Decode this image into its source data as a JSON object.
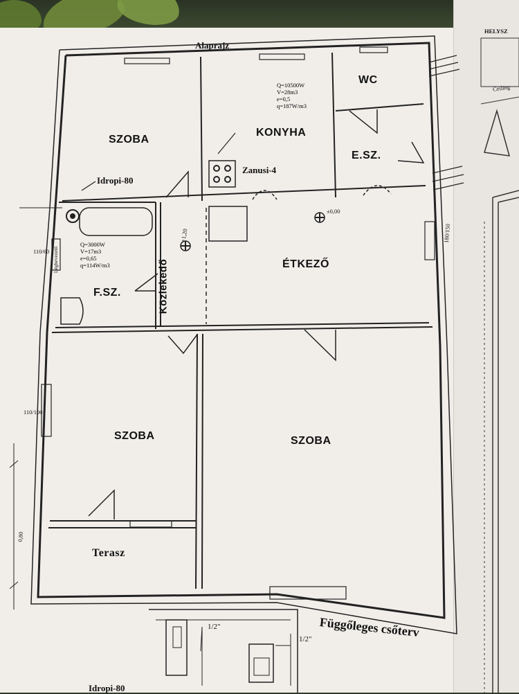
{
  "plan": {
    "header": "Alaprajz",
    "right_sheet_header": "HELYSZ",
    "rooms": {
      "szoba_top": "SZOBA",
      "konyha": "KONYHA",
      "wc": "WC",
      "esz": "E.SZ.",
      "etkezo": "ÉTKEZŐ",
      "kozlekedo": "Közlekedő",
      "fsz": "F.SZ.",
      "szoba_left": "SZOBA",
      "szoba_right": "SZOBA",
      "terasz": "Terasz"
    },
    "appliances": {
      "zanusi": "Zanusi-4",
      "idropi_top": "Idropi-80",
      "idropi_bottom": "Idropi-80",
      "legbevezeto": "Légbevezető"
    },
    "kitchen_specs": [
      "Q=10500W",
      "V=28m3",
      "e=0,5",
      "q=187W/m3"
    ],
    "bath_specs": [
      "Q=3000W",
      "V=17m3",
      "e=0,65",
      "q=114W/m3"
    ],
    "section_title": "Függőleges csőterv",
    "notes": {
      "ceiling": "Ceiling",
      "level_etkezo": "±0,00",
      "level_kozl": "+1,20",
      "win_left_top": "110/60",
      "win_left_mid": "110/100",
      "win_right": "180/150",
      "left_dim": "0,80",
      "pipe_label": "1/2\"",
      "pipe_label2": "1/2\""
    }
  }
}
